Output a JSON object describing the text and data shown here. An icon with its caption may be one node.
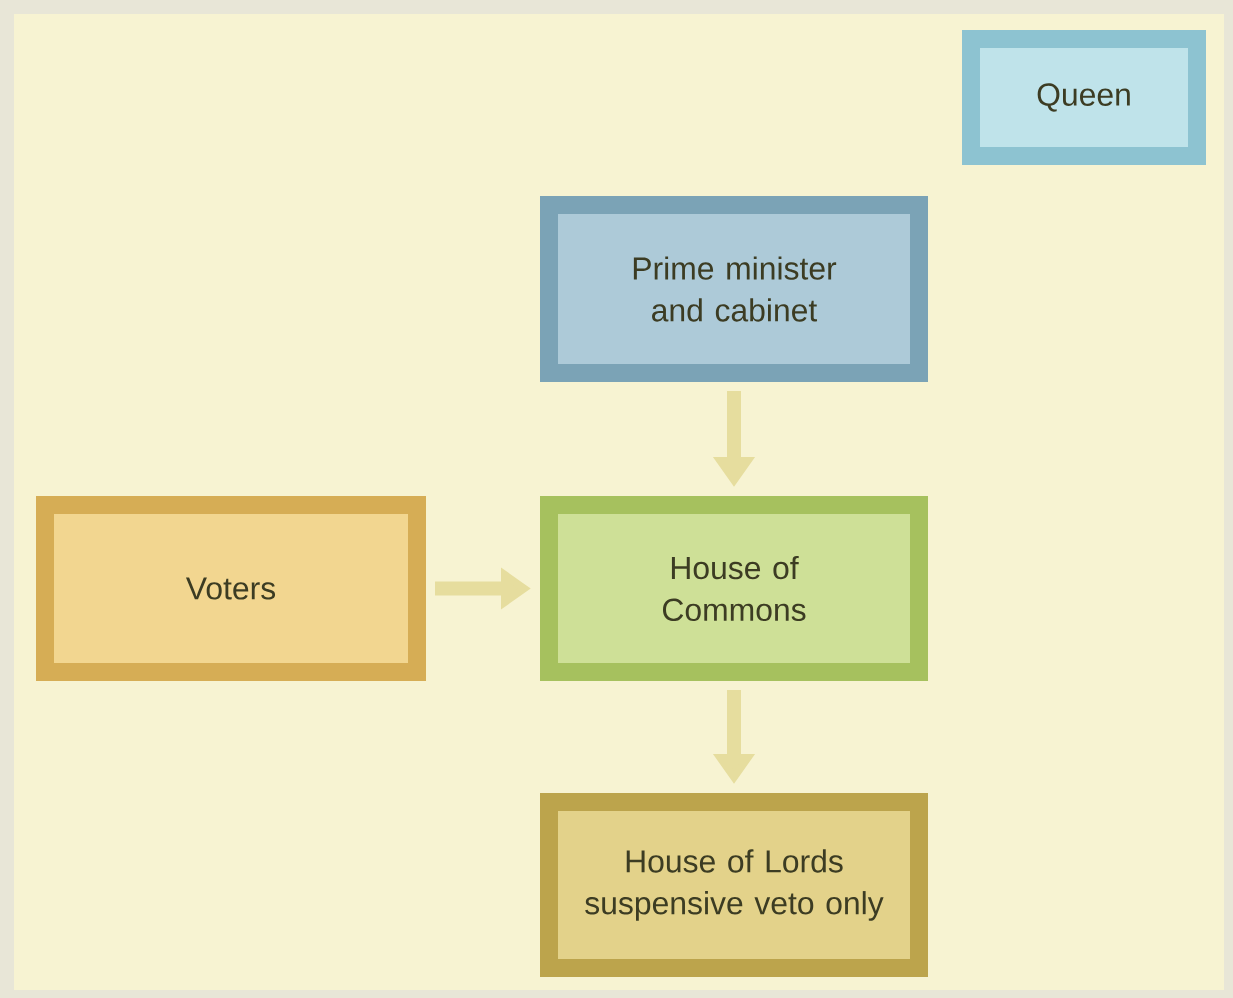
{
  "diagram": {
    "nodes": [
      {
        "text": [
          "Queen"
        ]
      },
      {
        "text": [
          "Prime minister and cabinet"
        ]
      },
      {
        "text": [
          "House of Commons"
        ]
      },
      {
        "text": [
          "Voters"
        ]
      },
      {
        "text": [
          "House of Lords suspensive veto only"
        ]
      }
    ],
    "edges": [
      {
        "from": 1,
        "to": 2,
        "arrow": "to"
      },
      {
        "from": 3,
        "to": 2,
        "arrow": "to"
      },
      {
        "from": 2,
        "to": 4,
        "arrow": "to"
      }
    ]
  }
}
